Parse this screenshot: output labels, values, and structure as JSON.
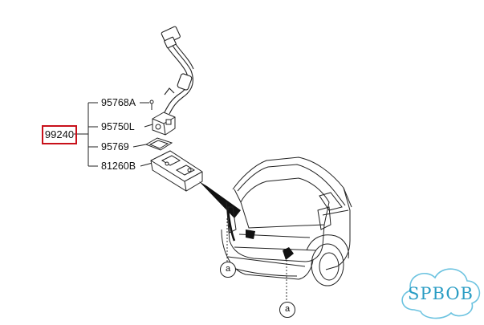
{
  "assembly": {
    "number": "99240"
  },
  "parts": [
    {
      "number": "95768A"
    },
    {
      "number": "95750L"
    },
    {
      "number": "95769"
    },
    {
      "number": "81260B"
    }
  ],
  "callouts": {
    "left_ref": "a",
    "right_ref": "a"
  },
  "watermark": {
    "text": "SPBOB",
    "color": "#2a9dc4"
  },
  "accent_color": "#c8101a"
}
